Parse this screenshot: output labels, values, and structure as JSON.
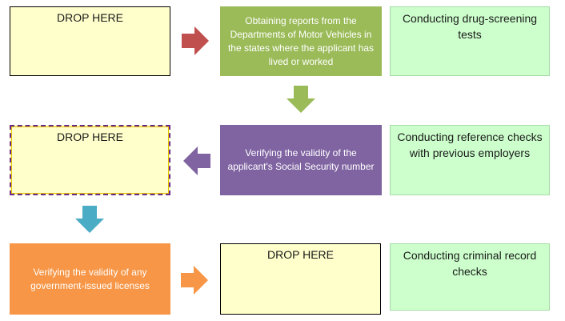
{
  "drop_zones": {
    "zone1": "DROP HERE",
    "zone2": "DROP HERE",
    "zone3": "DROP HERE"
  },
  "steps": {
    "dmv_reports": "Obtaining reports from the Departments of Motor Vehicles in the states where the applicant has lived or worked",
    "ssn_verify": "Verifying  the validity of the applicant's Social Security number",
    "license_verify": "Verifying  the validity of any government-issued  licenses"
  },
  "options": {
    "drug_screening": "Conducting drug-screening tests",
    "reference_checks": "Conducting reference checks with previous employers",
    "criminal_record": "Conducting criminal record checks"
  },
  "colors": {
    "arrow_red": "#c0504d",
    "arrow_green": "#9bbb59",
    "arrow_purple": "#8064a2",
    "arrow_teal": "#4bacc6",
    "arrow_orange": "#f79646",
    "step_green": "#9bbb59",
    "step_purple": "#8064a2",
    "step_orange": "#f79646"
  }
}
